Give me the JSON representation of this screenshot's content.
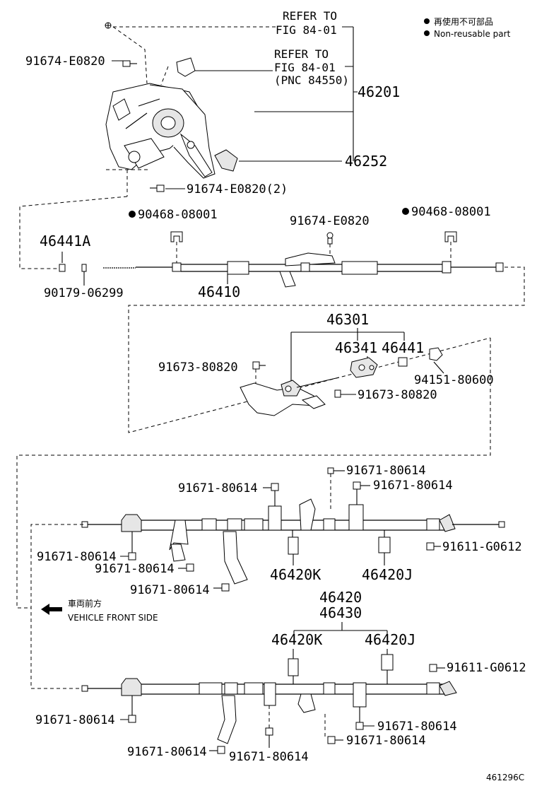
{
  "legend": {
    "nonreusable_ja": "再使用不可部品",
    "nonreusable_en": "Non-reusable part"
  },
  "refs": {
    "ref1_line1": "REFER TO",
    "ref1_line2": "FIG 84-01",
    "ref2_line1": "REFER TO",
    "ref2_line2": "FIG 84-01",
    "ref2_line3": "(PNC 84550)"
  },
  "parts": {
    "p46201": "46201",
    "p46252": "46252",
    "bolt_top": "91674-E0820",
    "bolt_bottom_2": "91674-E0820(2)",
    "clip_left": "90468-08001",
    "clip_right": "90468-08001",
    "bolt_cable_mid": "91674-E0820",
    "p46441A": "46441A",
    "pin_90179": "90179-06299",
    "p46410": "46410",
    "p46301": "46301",
    "p46341": "46341",
    "p46441": "46441",
    "bolt_91673_a": "91673-80820",
    "bolt_91673_b": "91673-80820",
    "nut_94151": "94151-80600",
    "r_top_b1": "91671-80614",
    "r_top_b2": "91671-80614",
    "r_top_b3": "91671-80614",
    "r_91611_a": "91611-G0612",
    "r_left_b1": "91671-80614",
    "r_left_b2": "91671-80614",
    "r_left_b3": "91671-80614",
    "p46420K_a": "46420K",
    "p46420J_a": "46420J",
    "p46420": "46420",
    "p46430": "46430",
    "p46420K_b": "46420K",
    "p46420J_b": "46420J",
    "r_91611_b": "91611-G0612",
    "l_left_b1": "91671-80614",
    "l_bot_b1": "91671-80614",
    "l_bot_b2": "91671-80614",
    "l_right_b1": "91671-80614",
    "l_right_b2": "91671-80614"
  },
  "front": {
    "label_ja": "車両前方",
    "label_en": "VEHICLE FRONT SIDE"
  },
  "figure_id": "461296C"
}
